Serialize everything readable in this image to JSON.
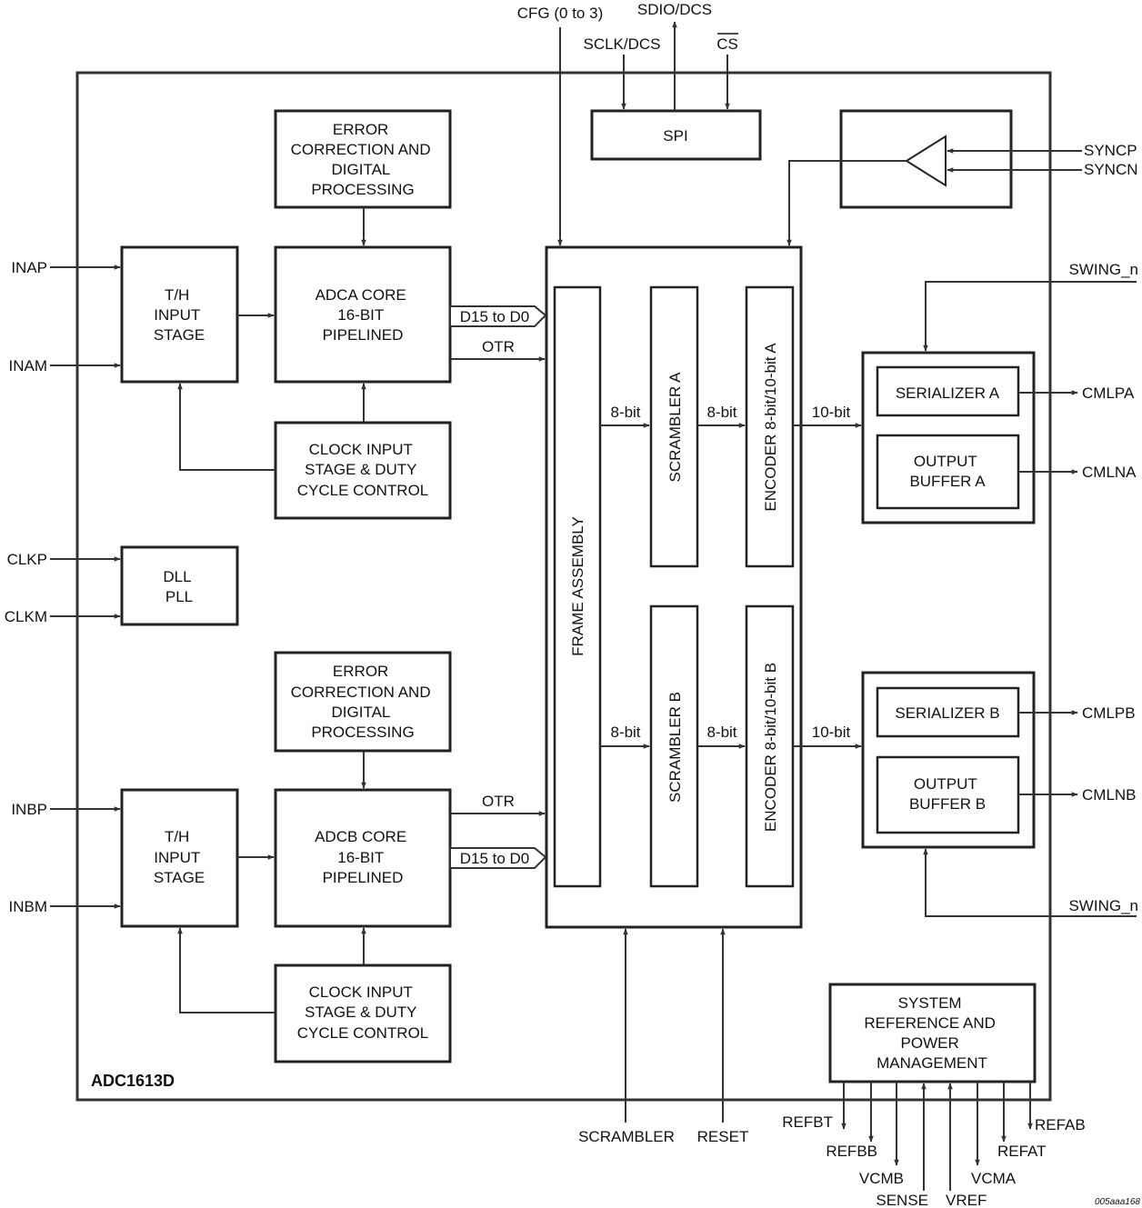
{
  "chip_name": "ADC1613D",
  "figure_code": "005aaa168",
  "blocks": {
    "spi": "SPI",
    "ecc_a": [
      "ERROR",
      "CORRECTION AND",
      "DIGITAL",
      "PROCESSING"
    ],
    "th_a": [
      "T/H",
      "INPUT",
      "STAGE"
    ],
    "core_a": [
      "ADCA CORE",
      "16-BIT",
      "PIPELINED"
    ],
    "clk_a": [
      "CLOCK INPUT",
      "STAGE & DUTY",
      "CYCLE CONTROL"
    ],
    "dll": [
      "DLL",
      "PLL"
    ],
    "ecc_b": [
      "ERROR",
      "CORRECTION AND",
      "DIGITAL",
      "PROCESSING"
    ],
    "th_b": [
      "T/H",
      "INPUT",
      "STAGE"
    ],
    "core_b": [
      "ADCB CORE",
      "16-BIT",
      "PIPELINED"
    ],
    "clk_b": [
      "CLOCK INPUT",
      "STAGE & DUTY",
      "CYCLE CONTROL"
    ],
    "frame": "FRAME ASSEMBLY",
    "scr_a": "SCRAMBLER A",
    "enc_a": "ENCODER 8-bit/10-bit A",
    "scr_b": "SCRAMBLER B",
    "enc_b": "ENCODER 8-bit/10-bit B",
    "ser_a": "SERIALIZER A",
    "buf_a": [
      "OUTPUT",
      "BUFFER A"
    ],
    "ser_b": "SERIALIZER B",
    "buf_b": [
      "OUTPUT",
      "BUFFER B"
    ],
    "sysref": [
      "SYSTEM",
      "REFERENCE AND",
      "POWER",
      "MANAGEMENT"
    ]
  },
  "signals": {
    "cfg": "CFG (0 to 3)",
    "sdio": "SDIO/DCS",
    "sclk": "SCLK/DCS",
    "cs": "CS",
    "syncp": "SYNCP",
    "syncn": "SYNCN",
    "swing_a": "SWING_n",
    "swing_b": "SWING_n",
    "inap": "INAP",
    "inam": "INAM",
    "clkp": "CLKP",
    "clkm": "CLKM",
    "inbp": "INBP",
    "inbm": "INBM",
    "cmlpa": "CMLPA",
    "cmlna": "CMLNA",
    "cmlpb": "CMLPB",
    "cmlnb": "CMLNB",
    "bus_a": "D15 to D0",
    "bus_b": "D15 to D0",
    "otr_a": "OTR",
    "otr_b": "OTR",
    "bit8_a1": "8-bit",
    "bit8_a2": "8-bit",
    "bit10_a": "10-bit",
    "bit8_b1": "8-bit",
    "bit8_b2": "8-bit",
    "bit10_b": "10-bit",
    "scrambler": "SCRAMBLER",
    "reset": "RESET",
    "refbt": "REFBT",
    "refbb": "REFBB",
    "vcmb": "VCMB",
    "sense": "SENSE",
    "vref": "VREF",
    "vcma": "VCMA",
    "refat": "REFAT",
    "refab": "REFAB"
  }
}
